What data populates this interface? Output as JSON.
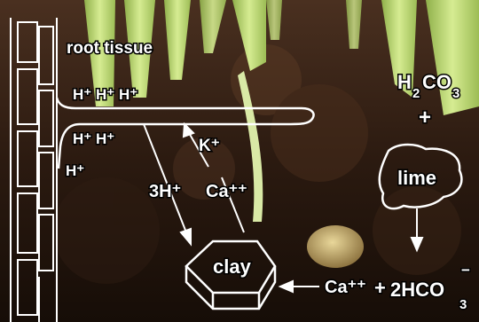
{
  "labels": {
    "root_tissue": "root tissue",
    "h_row1": "H⁺ H⁺ H⁺",
    "h_row2": "H⁺  H⁺",
    "h_row3": "H⁺",
    "k_ion": "K⁺",
    "three_h": "3H⁺",
    "ca_left": "Ca⁺⁺",
    "clay": "clay",
    "lime": "lime",
    "h2co3_h": "H",
    "h2co3_sub": "2",
    "h2co3_rest": "CO",
    "h2co3_sub2": "3",
    "plus_top": "+",
    "ca_right": "Ca⁺⁺",
    "plus_bottom": "+",
    "hco3_coef": "2HCO",
    "hco3_sub": "3",
    "hco3_charge": "−"
  },
  "colors": {
    "soil_dark": "#1a0f09",
    "soil_mid": "#3b2416",
    "leaf_green": "#b8d36a",
    "chalk": "#ffffff"
  }
}
